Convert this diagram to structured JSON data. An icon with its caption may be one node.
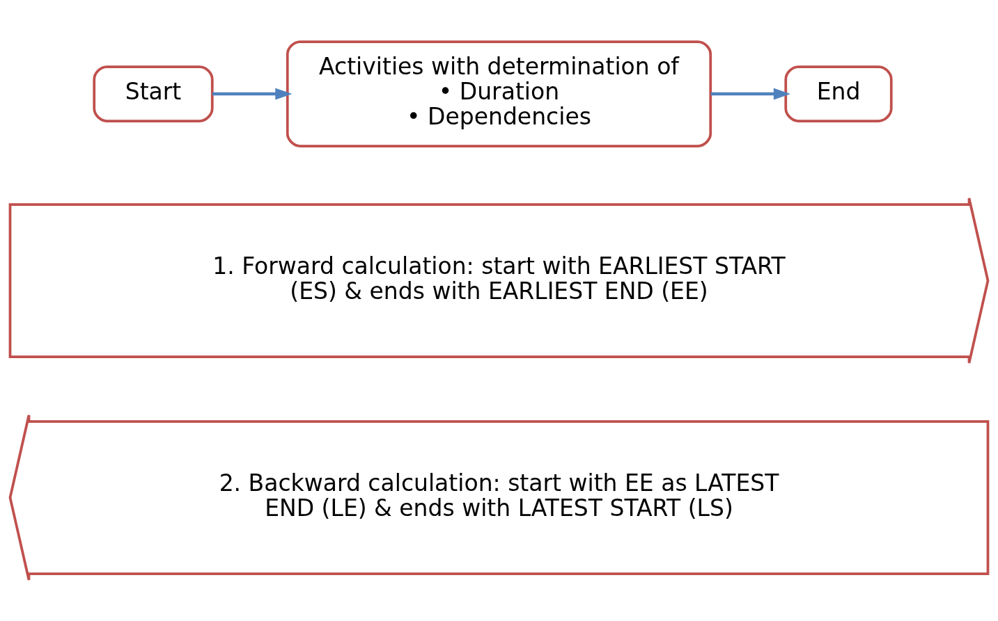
{
  "diagram": {
    "nodes": [
      {
        "text": [
          "Start"
        ]
      },
      {
        "text": [
          "Activities with determination of",
          "• Duration",
          "• Dependencies"
        ]
      },
      {
        "text": [
          "End"
        ]
      },
      {
        "text": [
          "1. Forward calculation: start with EARLIEST START (ES) & ends with EARLIEST END (EE)"
        ]
      },
      {
        "text": [
          "2. Backward calculation: start with EE as LATEST END (LE) & ends with LATEST START (LS)"
        ]
      }
    ],
    "edges": [
      {
        "from": 0,
        "to": 1,
        "arrow": "to"
      },
      {
        "from": 1,
        "to": 2,
        "arrow": "to"
      }
    ]
  }
}
